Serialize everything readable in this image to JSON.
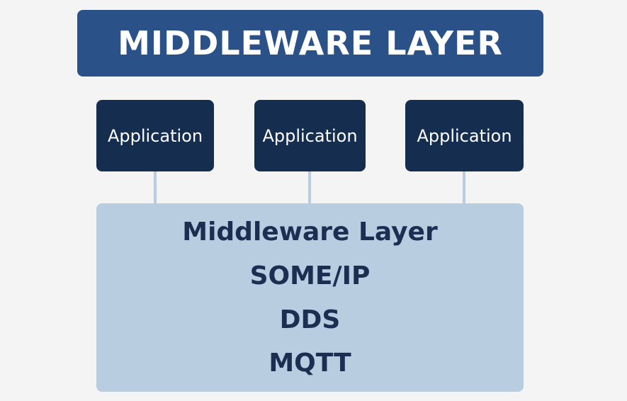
{
  "header": {
    "title": "MIDDLEWARE LAYER"
  },
  "applications": [
    {
      "label": "Application"
    },
    {
      "label": "Application"
    },
    {
      "label": "Application"
    }
  ],
  "middleware": {
    "title": "Middleware Layer",
    "protocols": [
      "SOME/IP",
      "DDS",
      "MQTT"
    ]
  },
  "colors": {
    "header": "#2b5189",
    "app": "#152e50",
    "middleware": "#b9cde0",
    "text": "#1a2f52",
    "background": "#f4f4f4"
  }
}
